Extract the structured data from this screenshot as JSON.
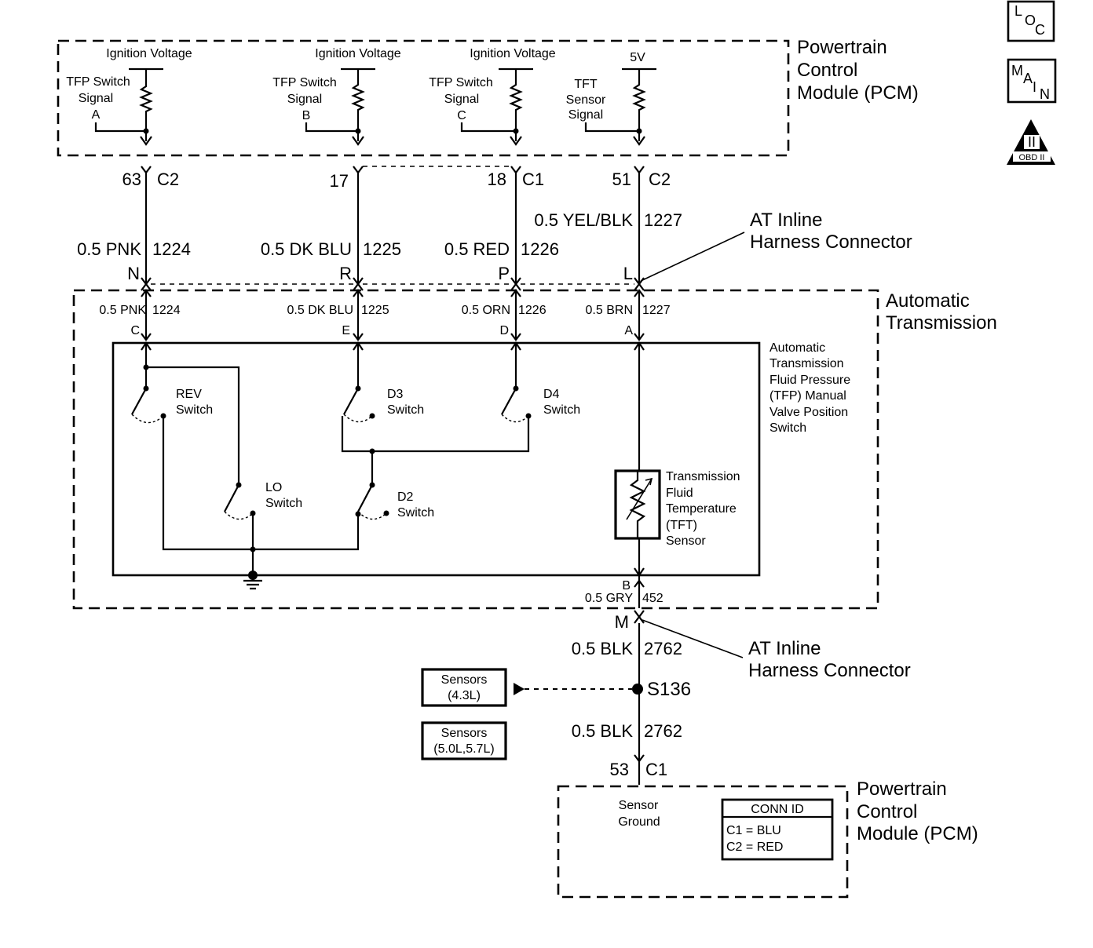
{
  "pcm_top": {
    "title": [
      "Powertrain",
      "Control",
      "Module (PCM)"
    ],
    "circuits": [
      {
        "supply": "Ignition Voltage",
        "signal": [
          "TFP Switch",
          "Signal",
          "A"
        ]
      },
      {
        "supply": "Ignition Voltage",
        "signal": [
          "TFP Switch",
          "Signal",
          "B"
        ]
      },
      {
        "supply": "Ignition Voltage",
        "signal": [
          "TFP Switch",
          "Signal",
          "C"
        ]
      },
      {
        "supply": "5V",
        "signal": [
          "TFT",
          "Sensor",
          "Signal"
        ]
      }
    ]
  },
  "pcm_pins": [
    {
      "pin": "63",
      "conn": "C2"
    },
    {
      "pin": "17",
      "conn": ""
    },
    {
      "pin": "18",
      "conn": "C1"
    },
    {
      "pin": "51",
      "conn": "C2"
    }
  ],
  "harness_wires": [
    {
      "gauge_color": "0.5 PNK",
      "circuit": "1224",
      "pin": "N"
    },
    {
      "gauge_color": "0.5 DK BLU",
      "circuit": "1225",
      "pin": "R"
    },
    {
      "gauge_color": "0.5 RED",
      "circuit": "1226",
      "pin": "P"
    },
    {
      "gauge_color": "0.5 YEL/BLK",
      "circuit": "1227",
      "pin": "L"
    }
  ],
  "inline_connector_top": [
    "AT Inline",
    "Harness Connector"
  ],
  "transmission": {
    "title": [
      "Automatic",
      "Transmission"
    ],
    "wires": [
      {
        "gauge_color": "0.5 PNK",
        "circuit": "1224",
        "pin": "C"
      },
      {
        "gauge_color": "0.5 DK BLU",
        "circuit": "1225",
        "pin": "E"
      },
      {
        "gauge_color": "0.5 ORN",
        "circuit": "1226",
        "pin": "D"
      },
      {
        "gauge_color": "0.5 BRN",
        "circuit": "1227",
        "pin": "A"
      }
    ],
    "tfp_label": [
      "Automatic",
      "Transmission",
      "Fluid Pressure",
      "(TFP) Manual",
      "Valve Position",
      "Switch"
    ],
    "switches": {
      "rev": [
        "REV",
        "Switch"
      ],
      "d3": [
        "D3",
        "Switch"
      ],
      "d4": [
        "D4",
        "Switch"
      ],
      "lo": [
        "LO",
        "Switch"
      ],
      "d2": [
        "D2",
        "Switch"
      ]
    },
    "tft_label": [
      "Transmission",
      "Fluid",
      "Temperature",
      "(TFT)",
      "Sensor"
    ],
    "ground_wire": {
      "pin": "B",
      "gauge_color": "0.5 GRY",
      "circuit": "452"
    }
  },
  "lower": {
    "inline_pin": "M",
    "inline_connector": [
      "AT Inline",
      "Harness Connector"
    ],
    "wire_upper": {
      "gauge_color": "0.5 BLK",
      "circuit": "2762"
    },
    "splice": "S136",
    "wire_lower": {
      "gauge_color": "0.5 BLK",
      "circuit": "2762"
    },
    "sensors_box_1": [
      "Sensors",
      "(4.3L)"
    ],
    "sensors_box_2": [
      "Sensors",
      "(5.0L,5.7L)"
    ],
    "pcm_pin": {
      "pin": "53",
      "conn": "C1"
    }
  },
  "pcm_bottom": {
    "title": [
      "Powertrain",
      "Control",
      "Module (PCM)"
    ],
    "ground_label": [
      "Sensor",
      "Ground"
    ],
    "conn_id": {
      "header": "CONN ID",
      "rows": [
        "C1 = BLU",
        "C2 = RED"
      ]
    }
  },
  "icons": {
    "loc": {
      "letters": [
        "L",
        "O",
        "C"
      ]
    },
    "main": {
      "letters": [
        "M",
        "A",
        "I",
        "N"
      ]
    },
    "obd": {
      "numeral": "II",
      "label": "OBD II"
    }
  }
}
